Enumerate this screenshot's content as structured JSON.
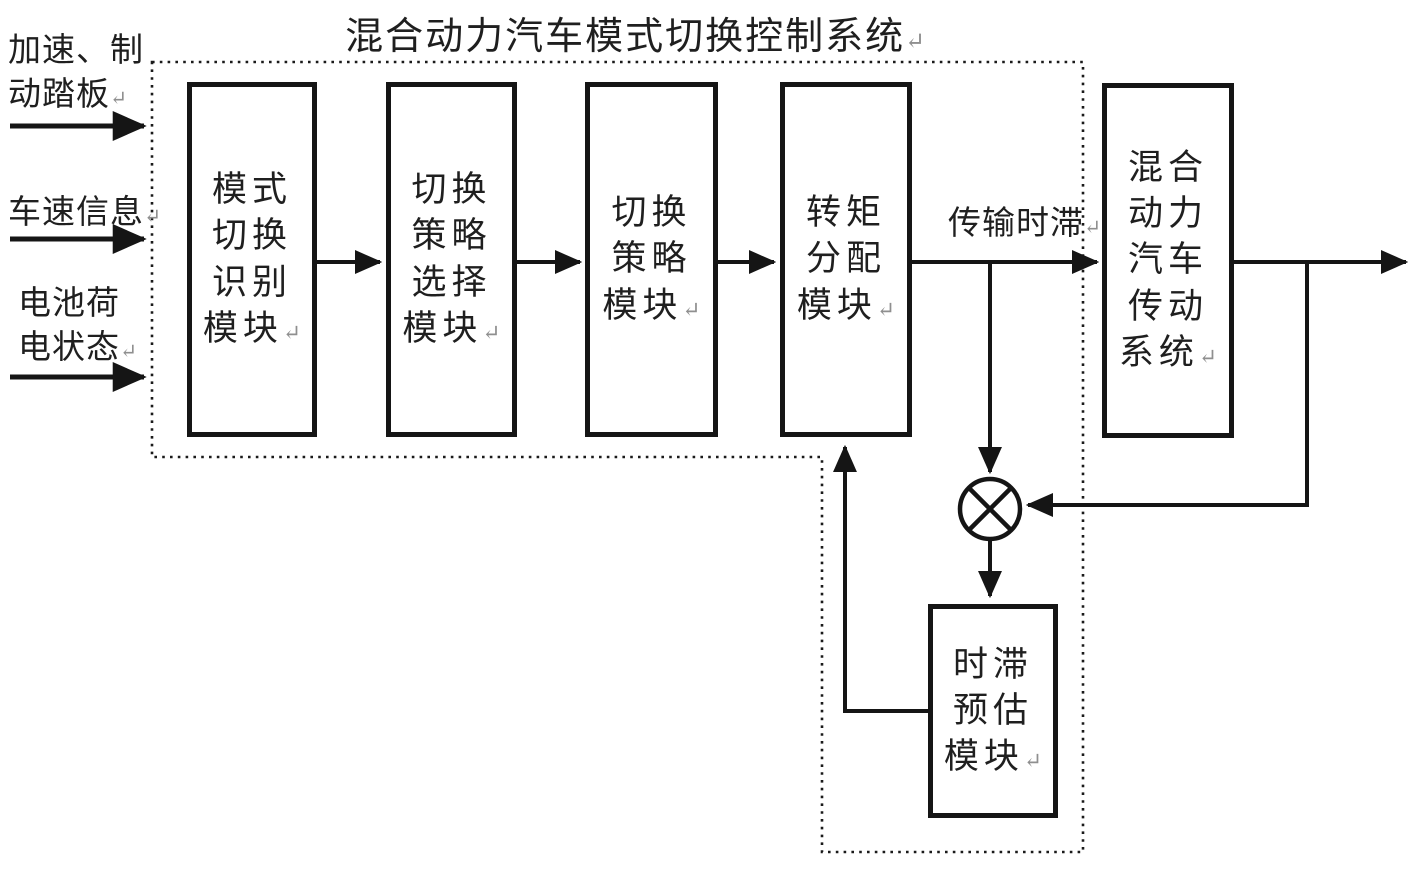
{
  "pilcrow": "↵",
  "title": "混合动力汽车模式切换控制系统",
  "inputs": [
    {
      "id": "accel-brake-pedal",
      "lines": [
        "加速、制",
        "动踏板"
      ]
    },
    {
      "id": "vehicle-speed",
      "lines": [
        "车速信息"
      ]
    },
    {
      "id": "battery-soc",
      "lines": [
        "电池荷",
        "电状态"
      ]
    }
  ],
  "modules": [
    {
      "id": "mode-switch-recognition",
      "lines": [
        "模式",
        "切换",
        "识别",
        "模块"
      ]
    },
    {
      "id": "switch-strategy-selection",
      "lines": [
        "切换",
        "策略",
        "选择",
        "模块"
      ]
    },
    {
      "id": "switch-strategy",
      "lines": [
        "切换",
        "策略",
        "模块"
      ]
    },
    {
      "id": "torque-distribution",
      "lines": [
        "转矩",
        "分配",
        "模块"
      ]
    },
    {
      "id": "hev-drivetrain",
      "lines": [
        "混合",
        "动力",
        "汽车",
        "传动",
        "系统"
      ]
    },
    {
      "id": "delay-estimation",
      "lines": [
        "时滞",
        "预估",
        "模块"
      ]
    }
  ],
  "labels": {
    "transmission_delay": "传输时滞"
  },
  "icons": {
    "junction": "multiply-circle"
  },
  "colors": {
    "line": "#151515",
    "dash": "#1a1a1a",
    "text": "#1f1f1f",
    "mark": "#8f8f8f",
    "background": "#ffffff"
  }
}
